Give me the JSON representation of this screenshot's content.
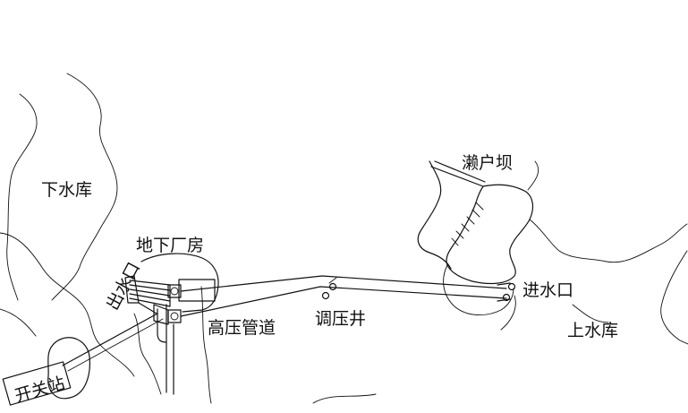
{
  "labels": {
    "lower_reservoir": "下水库",
    "underground_powerhouse": "地下厂房",
    "tailrace_outlet": "出水口",
    "penstock": "高压管道",
    "surge_tank": "调压井",
    "dam": "濑户坝",
    "intake": "进水口",
    "upper_reservoir": "上水库",
    "switchyard": "开关站"
  }
}
